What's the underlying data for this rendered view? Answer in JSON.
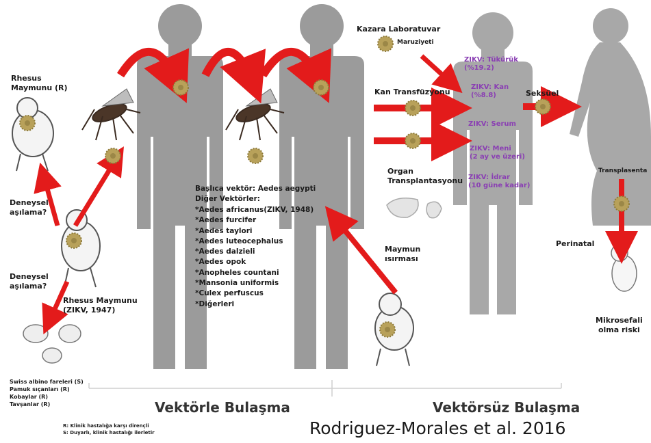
{
  "colors": {
    "silhouette": "#9b9b9b",
    "arrow": "#e31b1b",
    "virus": "#b8a15a",
    "virus_spike": "#8d7a3a",
    "label_purple": "#8a3fb3"
  },
  "icons": {
    "virus": "virus-icon",
    "mosquito": "mosquito-icon",
    "monkey": "monkey-icon",
    "rodent": "rodent-icon",
    "organ": "organ-icon"
  },
  "labels": {
    "rhesus_monkey_top": "Rhesus\nMaymunu (R)",
    "exp_vacc_1": "Deneysel\naşılama?",
    "exp_vacc_2": "Deneysel\naşılama?",
    "rhesus_monkey_1947": "Rhesus Maymunu\n(ZIKV, 1947)",
    "animals": "Swiss albino fareleri (S)\nPamuk sıçanları (R)\nKobaylar (R)\nTavşanlar (R)",
    "legend": "R: Klinik hastalığa karşı dirençli\nS: Duyarlı, klinik hastalığı ilerletir",
    "lab_exposure": "Kazara Laboratuvar",
    "lab_exposure_2": "Maruziyeti",
    "blood_transfusion": "Kan Transfüzyonu",
    "organ_transplant": "Organ\nTransplantasyonu",
    "sexual": "Seksüel",
    "transplacental": "Transplasenta",
    "perinatal": "Perinatal",
    "microcephaly": "Mikrosefali\nolma riski",
    "monkey_bite": "Maymun\nısırması",
    "vector_title": "Vektörle Bulaşma",
    "nonvector_title": "Vektörsüz Bulaşma",
    "citation": "Rodriguez-Morales et al. 2016"
  },
  "zikv_fluids": [
    "ZIKV: Tükürük\n(%19.2)",
    "ZIKV: Kan\n(%8.8)",
    "ZIKV: Serum",
    "ZIKV: Meni\n(2 ay ve üzeri)",
    "ZIKV: İdrar\n(10 güne kadar)"
  ],
  "vectors": {
    "main": "Başlıca vektör: Aedes aegypti",
    "others_header": "Diğer Vektörler:",
    "items": [
      "*Aedes africanus(ZIKV, 1948)",
      "*Aedes furcifer",
      "*Aedes taylori",
      "*Aedes luteocephalus",
      "*Aedes dalzieli",
      "*Aedes opok",
      "*Anopheles countani",
      "*Mansonia uniformis",
      "*Culex perfuscus",
      "*Diğerleri"
    ]
  }
}
